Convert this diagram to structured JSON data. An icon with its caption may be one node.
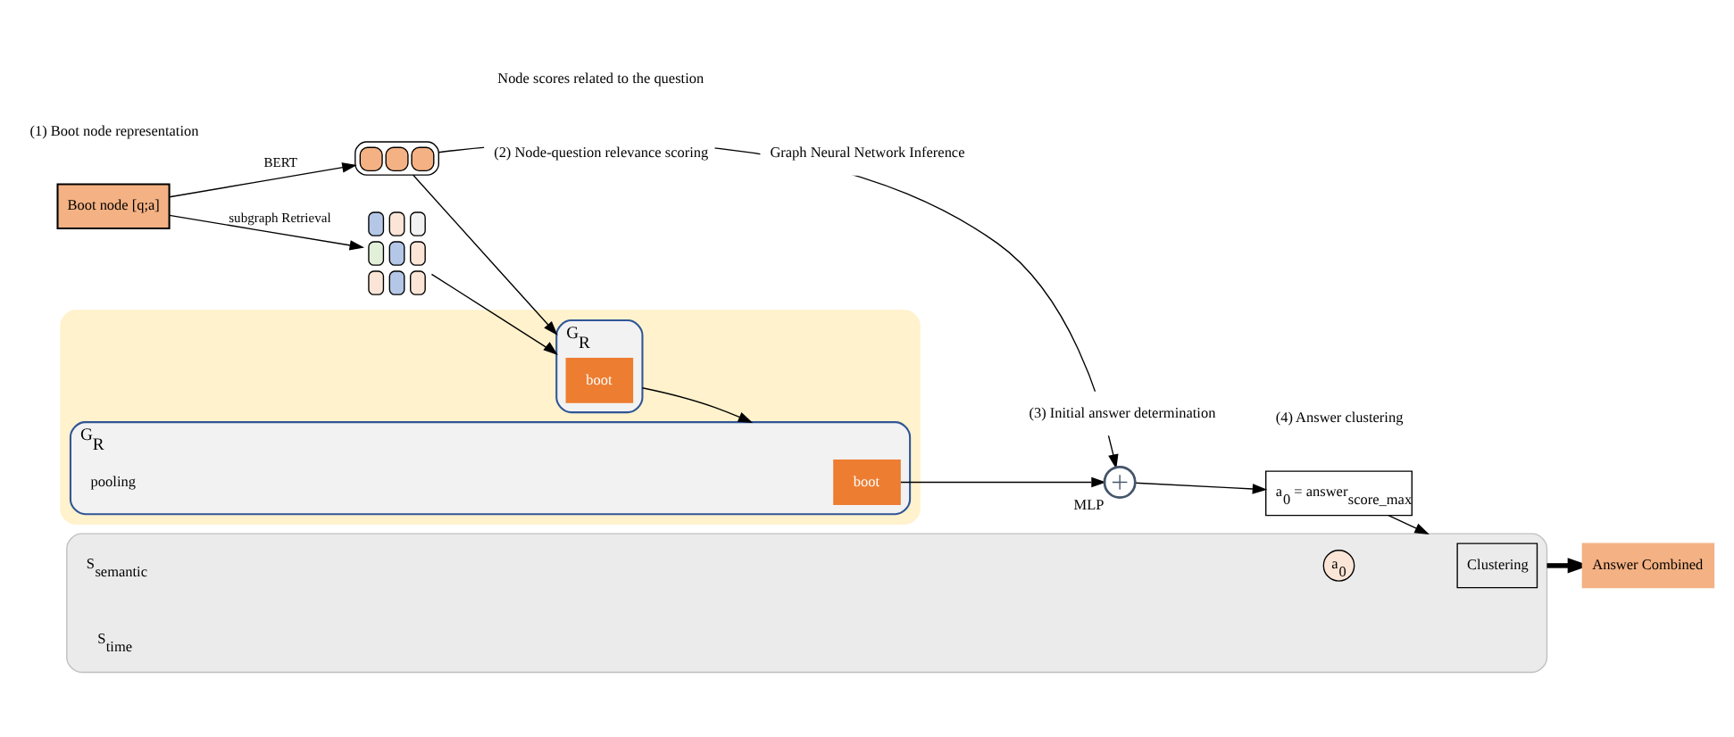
{
  "diagram": {
    "nodes": [
      {
        "text": [
          "Boot node [q;a]"
        ]
      },
      {
        "text": [],
        "shape": "box"
      },
      {
        "text": [],
        "shape": "picture"
      },
      {
        "text": [],
        "shape": "box"
      },
      {
        "text": [
          "G$_{R}$"
        ],
        "in": 3
      },
      {
        "text": [
          "boot"
        ],
        "in": 4
      },
      {
        "text": [
          "G$_{R}$"
        ],
        "in": 3
      },
      {
        "text": [
          "boot"
        ],
        "in": 6
      },
      {
        "text": [],
        "shape": "circle",
        "beside": [
          "MLP"
        ]
      },
      {
        "text": [
          "a$_{0}$ = answer$_{score_max}$"
        ]
      },
      {
        "text": [],
        "shape": "box"
      },
      {
        "text": [
          "Clustering"
        ],
        "in": 10
      },
      {
        "text": [
          "a$_{0}$"
        ],
        "in": 10
      },
      {
        "text": [
          "Answer Combined"
        ]
      }
    ],
    "edges": [
      {
        "from": 0,
        "to": 1,
        "arrow": "to",
        "label": "BERT"
      },
      {
        "from": 0,
        "to": 2,
        "arrow": "to",
        "label": "subgraph Retrieval"
      },
      {
        "from": 2,
        "to": 4,
        "arrow": "to"
      },
      {
        "from": 1,
        "to": 4,
        "arrow": "to"
      },
      {
        "from": 4,
        "to": 6,
        "arrow": "to"
      },
      {
        "from": 1,
        "to": 8,
        "arrow": "to"
      },
      {
        "from": 7,
        "to": 8,
        "arrow": "to"
      },
      {
        "from": 8,
        "to": 9,
        "arrow": "to"
      },
      {
        "from": 9,
        "to": 10,
        "arrow": "to"
      },
      {
        "from": 10,
        "to": 13,
        "arrow": "to",
        "style": "thick"
      }
    ],
    "labels": [
      "(1) Boot node representation",
      "(2) Node-question relevance scoring",
      "(3) Initial answer determination",
      "(4) Answer clustering",
      "pooling",
      "S$_{semantic}$",
      "S$_{time}$",
      "Node scores related to the question",
      "Graph Neural Network Inference"
    ]
  }
}
